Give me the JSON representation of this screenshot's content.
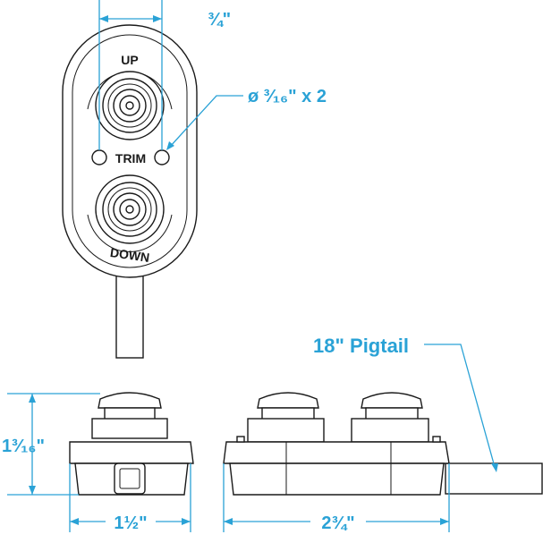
{
  "labels": {
    "up": "UP",
    "trim": "TRIM",
    "down": "DOWN"
  },
  "dimensions": {
    "button_spacing": "¾\"",
    "hole_diameter": "ø ³⁄₁₆\" x 2",
    "pigtail": "18\" Pigtail",
    "height": "1³⁄₁₆\"",
    "width": "1½\"",
    "length": "2¾\""
  },
  "colors": {
    "dimension": "#2aa2d6",
    "line": "#1a1a1a"
  }
}
